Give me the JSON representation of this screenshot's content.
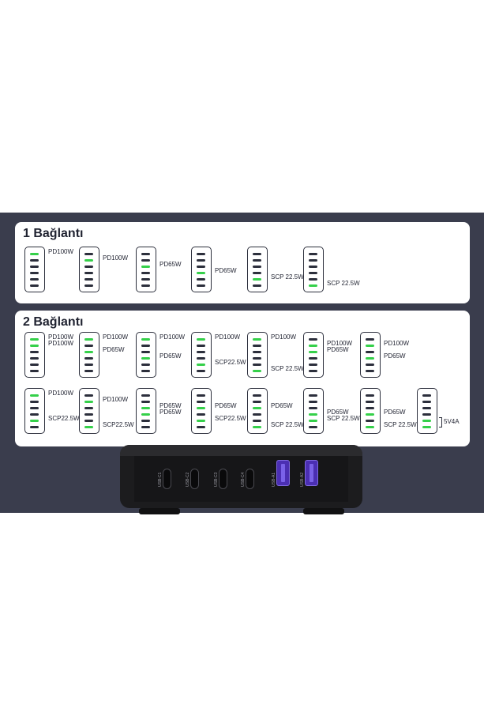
{
  "section1": {
    "title": "1 Bağlantı",
    "configs": [
      {
        "on": [
          1
        ],
        "labels": [
          {
            "text": "PD100W",
            "row": 1
          }
        ]
      },
      {
        "on": [
          2
        ],
        "labels": [
          {
            "text": "PD100W",
            "row": 2
          }
        ]
      },
      {
        "on": [
          3
        ],
        "labels": [
          {
            "text": "PD65W",
            "row": 3
          }
        ]
      },
      {
        "on": [
          4
        ],
        "labels": [
          {
            "text": "PD65W",
            "row": 4
          }
        ]
      },
      {
        "on": [
          5
        ],
        "labels": [
          {
            "text": "SCP 22.5W",
            "row": 5
          }
        ]
      },
      {
        "on": [
          6
        ],
        "labels": [
          {
            "text": "SCP 22.5W",
            "row": 6
          }
        ]
      }
    ]
  },
  "section2": {
    "title": "2 Bağlantı",
    "row1": [
      {
        "on": [
          1,
          2
        ],
        "labels": [
          {
            "text": "PD100W",
            "row": 1
          },
          {
            "text": "PD100W",
            "row": 2
          }
        ]
      },
      {
        "on": [
          1,
          3
        ],
        "labels": [
          {
            "text": "PD100W",
            "row": 1
          },
          {
            "text": "PD65W",
            "row": 3
          }
        ]
      },
      {
        "on": [
          1,
          4
        ],
        "labels": [
          {
            "text": "PD100W",
            "row": 1
          },
          {
            "text": "PD65W",
            "row": 4
          }
        ]
      },
      {
        "on": [
          1,
          5
        ],
        "labels": [
          {
            "text": "PD100W",
            "row": 1
          },
          {
            "text": "SCP22.5W",
            "row": 5
          }
        ]
      },
      {
        "on": [
          1,
          6
        ],
        "labels": [
          {
            "text": "PD100W",
            "row": 1
          },
          {
            "text": "SCP 22.5W",
            "row": 6
          }
        ]
      },
      {
        "on": [
          2,
          3
        ],
        "labels": [
          {
            "text": "PD100W",
            "row": 2
          },
          {
            "text": "PD65W",
            "row": 3
          }
        ]
      },
      {
        "on": [
          2,
          4
        ],
        "labels": [
          {
            "text": "PD100W",
            "row": 2
          },
          {
            "text": "PD65W",
            "row": 4
          }
        ]
      }
    ],
    "row2": [
      {
        "on": [
          1,
          5
        ],
        "labels": [
          {
            "text": "PD100W",
            "row": 1
          },
          {
            "text": "SCP22.5W",
            "row": 5
          }
        ]
      },
      {
        "on": [
          2,
          6
        ],
        "labels": [
          {
            "text": "PD100W",
            "row": 2
          },
          {
            "text": "SCP22.5W",
            "row": 6
          }
        ]
      },
      {
        "on": [
          3,
          4
        ],
        "labels": [
          {
            "text": "PD65W",
            "row": 3
          },
          {
            "text": "PD65W",
            "row": 4
          }
        ]
      },
      {
        "on": [
          3,
          5
        ],
        "labels": [
          {
            "text": "PD65W",
            "row": 3
          },
          {
            "text": "SCP22.5W",
            "row": 5
          }
        ]
      },
      {
        "on": [
          3,
          6
        ],
        "labels": [
          {
            "text": "PD65W",
            "row": 3
          },
          {
            "text": "SCP 22.5W",
            "row": 6
          }
        ]
      },
      {
        "on": [
          4,
          5
        ],
        "labels": [
          {
            "text": "PD65W",
            "row": 4
          },
          {
            "text": "SCP 22.5W",
            "row": 5
          }
        ]
      },
      {
        "on": [
          4,
          6
        ],
        "labels": [
          {
            "text": "PD65W",
            "row": 4
          },
          {
            "text": "SCP 22.5W",
            "row": 6
          }
        ]
      },
      {
        "on": [
          5,
          6
        ],
        "brace": true,
        "labels": [
          {
            "text": "5V4A",
            "row": 5.5
          }
        ]
      }
    ]
  },
  "device": {
    "ports": [
      {
        "type": "usb-c",
        "label": "USB-C1"
      },
      {
        "type": "usb-c",
        "label": "USB-C2"
      },
      {
        "type": "usb-c",
        "label": "USB-C3"
      },
      {
        "type": "usb-c",
        "label": "USB-C4"
      },
      {
        "type": "usb-a",
        "label": "USB-A1"
      },
      {
        "type": "usb-a",
        "label": "USB-A2"
      }
    ]
  },
  "colors": {
    "active": "#35d04a",
    "inactive": "#2c2f3c",
    "band": "#3a3d4d"
  }
}
